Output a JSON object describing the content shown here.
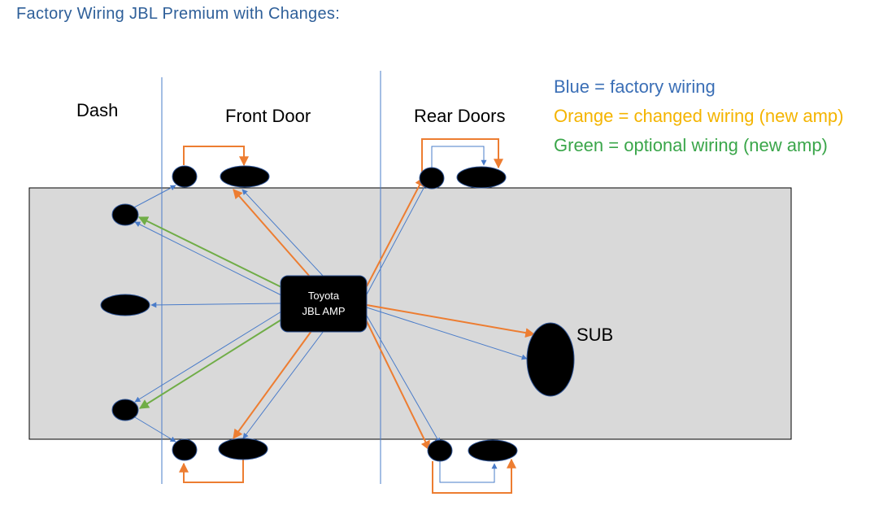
{
  "title": "Factory Wiring JBL Premium with Changes:",
  "sections": {
    "dash": "Dash",
    "front_door": "Front Door",
    "rear_doors": "Rear Doors"
  },
  "legend": [
    {
      "text": "Blue = factory wiring",
      "color": "#3b6fb6"
    },
    {
      "text": "Orange = changed wiring (new amp)",
      "color": "#f4b400"
    },
    {
      "text": "Green = optional wiring (new amp)",
      "color": "#3aa64a"
    }
  ],
  "amp": {
    "line1": "Toyota",
    "line2": "JBL AMP"
  },
  "sub_label": "SUB",
  "colors": {
    "factory_wire": "#4a7cc9",
    "changed_wire": "#ed7d31",
    "optional_wire": "#70ad47",
    "car_body": "#d9d9d9",
    "speaker": "#000000",
    "title": "#2e5f99"
  }
}
